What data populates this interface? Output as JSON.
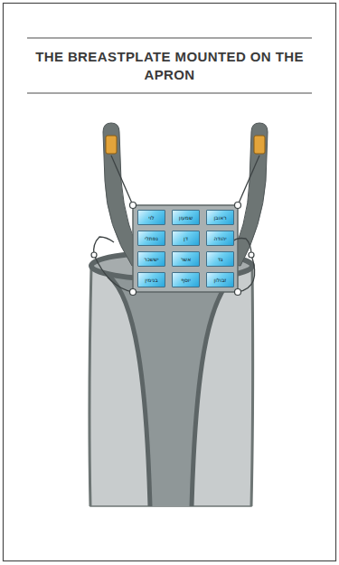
{
  "diagram": {
    "title": "THE BREASTPLATE MOUNTED ON THE APRON",
    "nodes": [
      {
        "text": [
          "ראובן"
        ]
      },
      {
        "text": [
          "שמעון"
        ]
      },
      {
        "text": [
          "לוי"
        ]
      },
      {
        "text": [
          "יהודה"
        ]
      },
      {
        "text": [
          "דן"
        ]
      },
      {
        "text": [
          "נפתלי"
        ]
      },
      {
        "text": [
          "גד"
        ]
      },
      {
        "text": [
          "אשר"
        ]
      },
      {
        "text": [
          "יששכר"
        ]
      },
      {
        "text": [
          "זבולון"
        ]
      },
      {
        "text": [
          "יוסף"
        ]
      },
      {
        "text": [
          "בנימין"
        ]
      }
    ]
  }
}
